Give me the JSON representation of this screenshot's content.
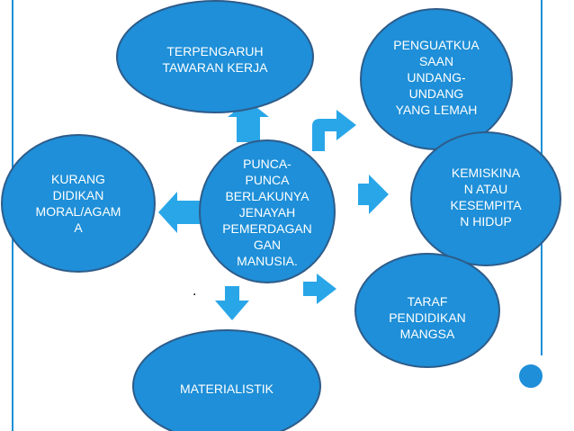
{
  "colors": {
    "node_fill": "#1E8FD8",
    "node_stroke": "#2E5C8A",
    "arrow_fill": "#29A6E8",
    "frame_line": "#1E8FD8",
    "frame_dot": "#1E8FD8",
    "text": "#FFFFFF"
  },
  "center": {
    "label": "PUNCA-\nPUNCA\nBERLAKUNYA\nJENAYAH\nPEMERDAGAN\nGAN\nMANUSIA."
  },
  "nodes": {
    "top_left": {
      "label": "TERPENGARUH\nTAWARAN KERJA"
    },
    "top_right": {
      "label": "PENGUATKUA\nSAAN\nUNDANG-\nUNDANG\nYANG LEMAH"
    },
    "left": {
      "label": "KURANG\nDIDIKAN\nMORAL/AGAM\nA"
    },
    "right": {
      "label": "KEMISKINA\nN ATAU\nKESEMPITA\nN HIDUP"
    },
    "bottom_right": {
      "label": "TARAF\nPENDIDIKAN\nMANGSA"
    },
    "bottom": {
      "label": "MATERIALISTIK"
    }
  },
  "stray_mark": "."
}
